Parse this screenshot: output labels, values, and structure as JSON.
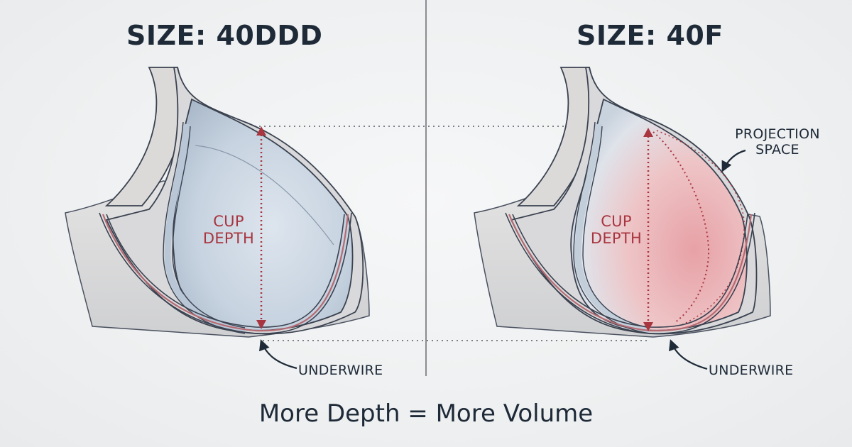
{
  "panels": {
    "left": {
      "title": "SIZE: 40DDD",
      "cup_depth_label_line1": "CUP",
      "cup_depth_label_line2": "DEPTH",
      "underwire_label": "UNDERWIRE",
      "fill_color": "#c9d5e2"
    },
    "right": {
      "title": "SIZE: 40F",
      "cup_depth_label_line1": "CUP",
      "cup_depth_label_line2": "DEPTH",
      "underwire_label": "UNDERWIRE",
      "projection_label_line1": "PROJECTION",
      "projection_label_line2": "SPACE",
      "fill_color": "#e7a7ab"
    }
  },
  "caption": "More Depth = More Volume",
  "colors": {
    "text_dark": "#1e2a38",
    "accent_red": "#a8353f",
    "divider": "#8a8d91",
    "band": "#dcdcdc",
    "outline": "#3a4250"
  }
}
